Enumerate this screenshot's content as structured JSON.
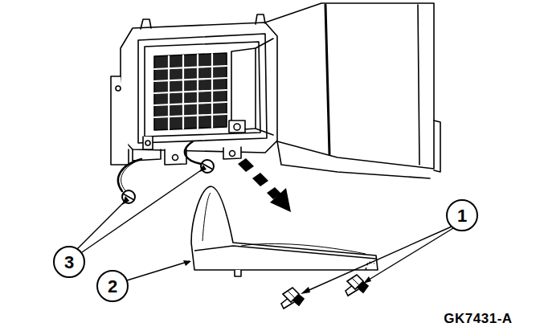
{
  "diagram": {
    "labels": [
      "1",
      "3",
      "2",
      "GK7431-A"
    ]
  }
}
